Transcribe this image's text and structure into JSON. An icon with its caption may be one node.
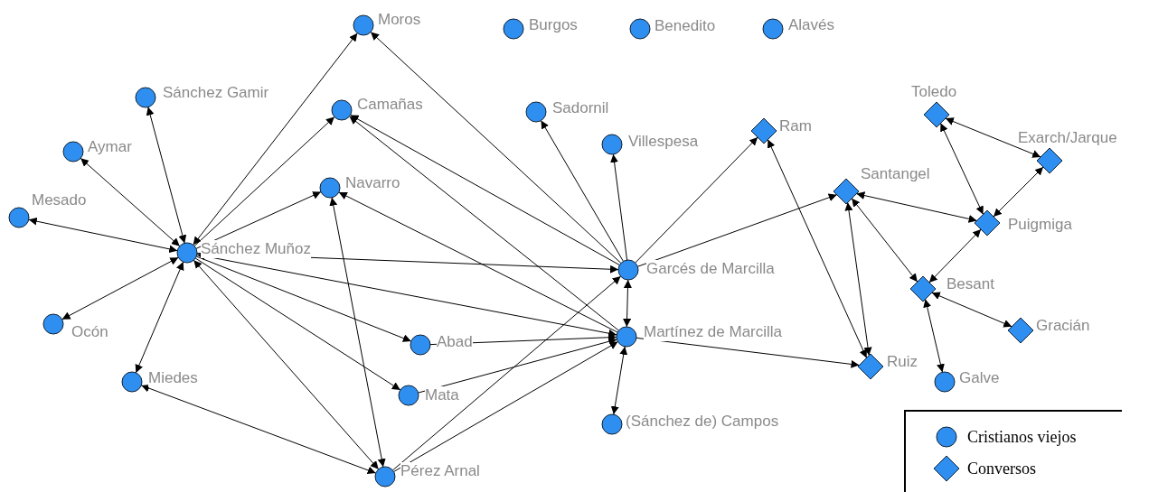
{
  "diagram": {
    "nodes": [
      {
        "text": [
          "Moros"
        ]
      },
      {
        "text": [
          "Burgos"
        ]
      },
      {
        "text": [
          "Benedito"
        ]
      },
      {
        "text": [
          "Alavés"
        ]
      },
      {
        "text": [
          "Sánchez Gamir"
        ]
      },
      {
        "text": [
          "Camañas"
        ]
      },
      {
        "text": [
          "Sadornil"
        ]
      },
      {
        "text": [
          "Toledo"
        ]
      },
      {
        "text": [
          "Ram"
        ]
      },
      {
        "text": [
          "Exarch/Jarque"
        ]
      },
      {
        "text": [
          "Aymar"
        ]
      },
      {
        "text": [
          "Villespesa"
        ]
      },
      {
        "text": [
          "Santangel"
        ]
      },
      {
        "text": [
          "Navarro"
        ]
      },
      {
        "text": [
          "Mesado"
        ]
      },
      {
        "text": [
          "Puigmiga"
        ]
      },
      {
        "text": [
          "Sánchez Muñoz"
        ]
      },
      {
        "text": [
          "Garcés de Marcilla"
        ]
      },
      {
        "text": [
          "Besant"
        ]
      },
      {
        "text": [
          "Ocón"
        ]
      },
      {
        "text": [
          "Gracián"
        ]
      },
      {
        "text": [
          "Martínez de Marcilla"
        ]
      },
      {
        "text": [
          "Abad"
        ]
      },
      {
        "text": [
          "Ruiz"
        ]
      },
      {
        "text": [
          "Miedes"
        ]
      },
      {
        "text": [
          "Galve"
        ]
      },
      {
        "text": [
          "Mata"
        ]
      },
      {
        "text": [
          "(Sánchez de) Campos"
        ]
      },
      {
        "text": [
          "Pérez Arnal"
        ]
      }
    ],
    "edges": [
      {
        "from": 16,
        "to": 14,
        "arrow": "both"
      },
      {
        "from": 16,
        "to": 10,
        "arrow": "both"
      },
      {
        "from": 16,
        "to": 4,
        "arrow": "both"
      },
      {
        "from": 16,
        "to": 0,
        "arrow": "both"
      },
      {
        "from": 16,
        "to": 5,
        "arrow": "to"
      },
      {
        "from": 16,
        "to": 13,
        "arrow": "to"
      },
      {
        "from": 16,
        "to": 19,
        "arrow": "both"
      },
      {
        "from": 16,
        "to": 24,
        "arrow": "both"
      },
      {
        "from": 16,
        "to": 17,
        "arrow": "to"
      },
      {
        "from": 16,
        "to": 21,
        "arrow": "both"
      },
      {
        "from": 16,
        "to": 22,
        "arrow": "to"
      },
      {
        "from": 16,
        "to": 26,
        "arrow": "to"
      },
      {
        "from": 16,
        "to": 28,
        "arrow": "both"
      },
      {
        "from": 28,
        "to": 13,
        "arrow": "both"
      },
      {
        "from": 21,
        "to": 13,
        "arrow": "to"
      },
      {
        "from": 24,
        "to": 28,
        "arrow": "both"
      },
      {
        "from": 17,
        "to": 0,
        "arrow": "to"
      },
      {
        "from": 17,
        "to": 5,
        "arrow": "to"
      },
      {
        "from": 21,
        "to": 5,
        "arrow": "to"
      },
      {
        "from": 17,
        "to": 6,
        "arrow": "to"
      },
      {
        "from": 17,
        "to": 11,
        "arrow": "to"
      },
      {
        "from": 17,
        "to": 8,
        "arrow": "to"
      },
      {
        "from": 17,
        "to": 12,
        "arrow": "to"
      },
      {
        "from": 17,
        "to": 21,
        "arrow": "both"
      },
      {
        "from": 21,
        "to": 27,
        "arrow": "both"
      },
      {
        "from": 22,
        "to": 21,
        "arrow": "to"
      },
      {
        "from": 26,
        "to": 21,
        "arrow": "to"
      },
      {
        "from": 28,
        "to": 17,
        "arrow": "to"
      },
      {
        "from": 28,
        "to": 21,
        "arrow": "to"
      },
      {
        "from": 21,
        "to": 23,
        "arrow": "to"
      },
      {
        "from": 8,
        "to": 23,
        "arrow": "both"
      },
      {
        "from": 12,
        "to": 23,
        "arrow": "both"
      },
      {
        "from": 12,
        "to": 15,
        "arrow": "both"
      },
      {
        "from": 12,
        "to": 18,
        "arrow": "both"
      },
      {
        "from": 7,
        "to": 9,
        "arrow": "both"
      },
      {
        "from": 7,
        "to": 15,
        "arrow": "both"
      },
      {
        "from": 9,
        "to": 15,
        "arrow": "both"
      },
      {
        "from": 15,
        "to": 18,
        "arrow": "both"
      },
      {
        "from": 18,
        "to": 20,
        "arrow": "both"
      },
      {
        "from": 18,
        "to": 25,
        "arrow": "both"
      }
    ],
    "legend": [
      {
        "text": "Cristianos viejos"
      },
      {
        "text": "Conversos"
      }
    ]
  }
}
